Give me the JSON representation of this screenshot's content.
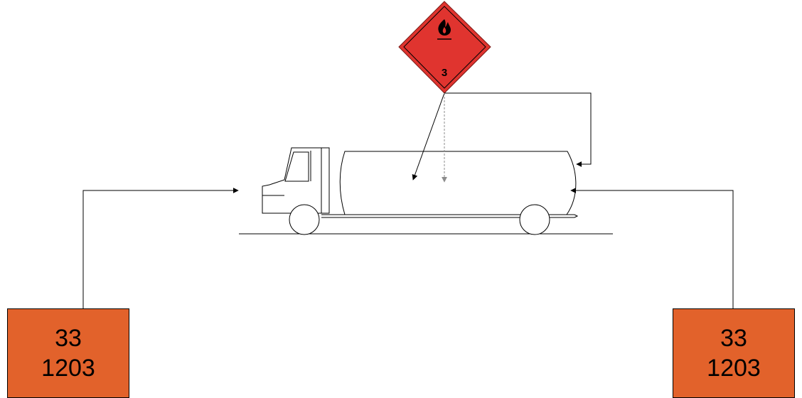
{
  "hazard_diamond": {
    "class_number": "3",
    "color": "#e0342f",
    "symbol": "flame-icon"
  },
  "orange_plates": {
    "color": "#e2622b",
    "left": {
      "hazard_id": "33",
      "un_number": "1203"
    },
    "right": {
      "hazard_id": "33",
      "un_number": "1203"
    }
  },
  "vehicle": {
    "type": "tank-truck-icon"
  }
}
